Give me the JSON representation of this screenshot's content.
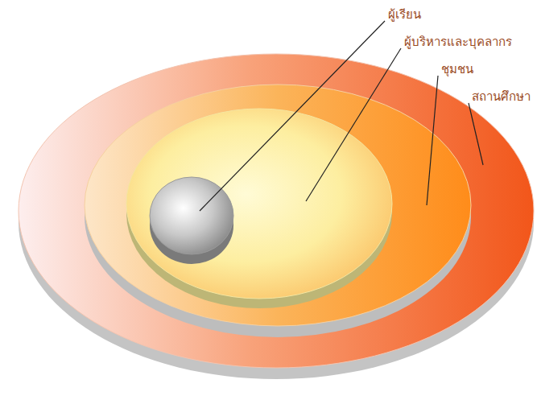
{
  "diagram": {
    "nodes": [
      {
        "text": [
          "สถานศึกษา"
        ]
      },
      {
        "text": [
          "ชุมชน"
        ],
        "in": 0
      },
      {
        "text": [
          "ผู้บริหารและบุคลากร"
        ],
        "in": 1
      },
      {
        "text": [
          "ผู้เรียน"
        ],
        "in": 2
      }
    ]
  }
}
